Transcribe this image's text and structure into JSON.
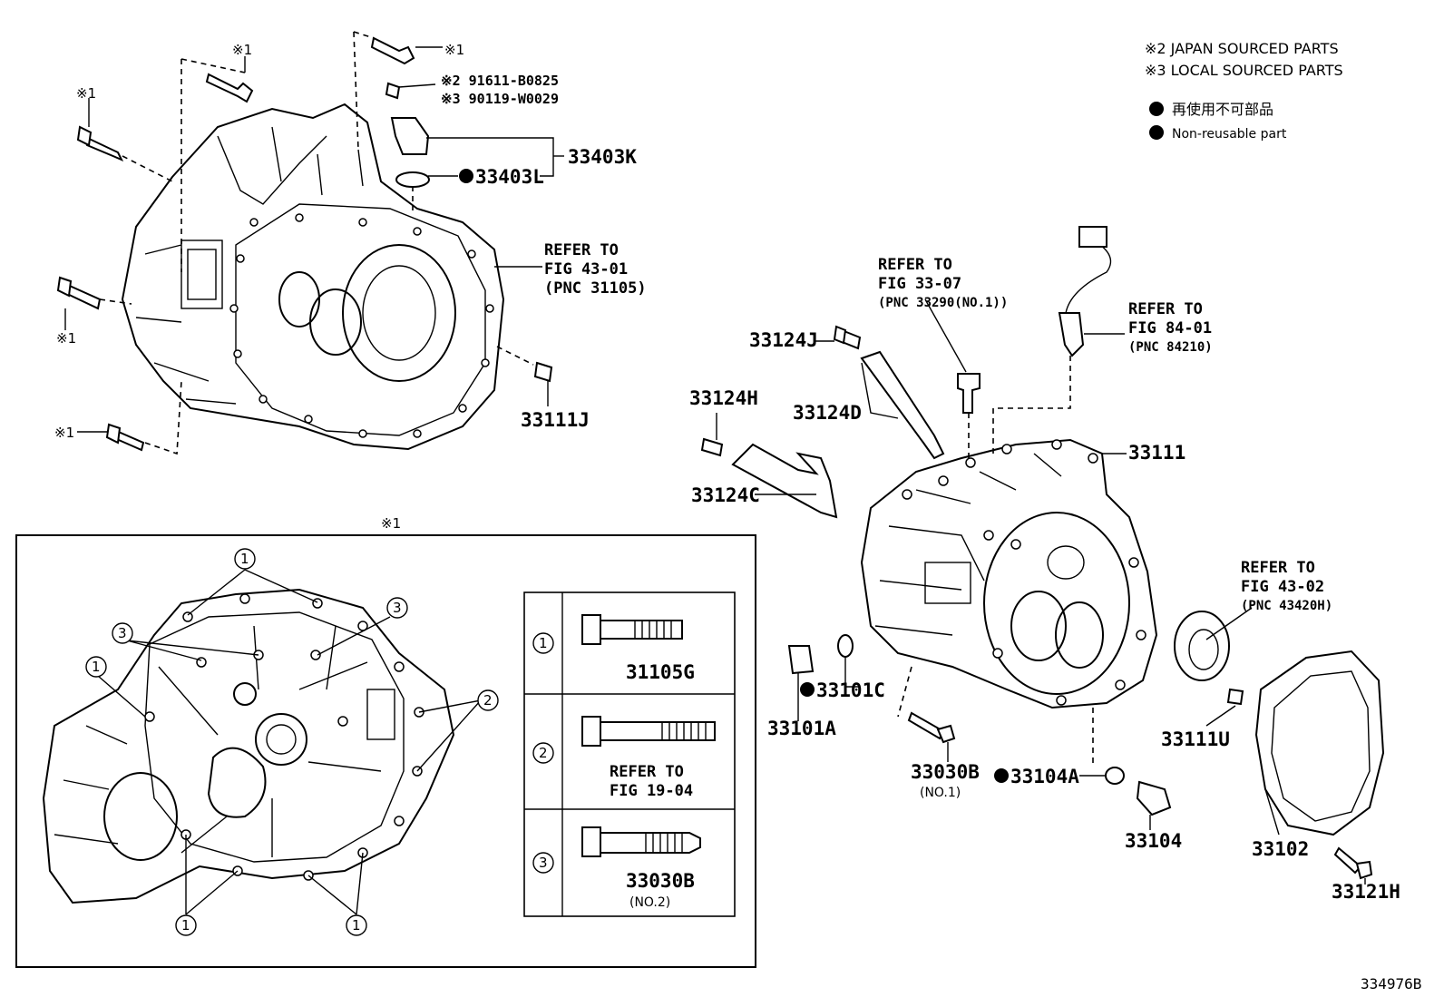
{
  "notes": {
    "japan": "※2 JAPAN SOURCED PARTS",
    "local": "※3 LOCAL SOURCED PARTS",
    "nonreusable_jp": "再使用不可部品",
    "nonreusable_en": "Non-reusable part"
  },
  "marks": {
    "m1": "※1",
    "m2_part": "※2 91611-B0825",
    "m3_part": "※3 90119-W0029"
  },
  "parts": {
    "p33403K": "33403K",
    "p33403L": "33403L",
    "p33111J": "33111J",
    "p33124J": "33124J",
    "p33124H": "33124H",
    "p33124D": "33124D",
    "p33124C": "33124C",
    "p33111": "33111",
    "p33101C": "33101C",
    "p33101A": "33101A",
    "p33030B": "33030B",
    "p33030B_no1": "(NO.1)",
    "p33104A": "33104A",
    "p33104": "33104",
    "p33111U": "33111U",
    "p33102": "33102",
    "p33121H": "33121H"
  },
  "refs": {
    "r4301": [
      "REFER TO",
      "FIG 43-01",
      "(PNC 31105)"
    ],
    "r3307": [
      "REFER TO",
      "FIG 33-07",
      "(PNC 33290(NO.1))"
    ],
    "r8401": [
      "REFER TO",
      "FIG 84-01",
      "(PNC 84210)"
    ],
    "r4302": [
      "REFER TO",
      "FIG 43-02",
      "(PNC 43420H)"
    ]
  },
  "inset": {
    "mark": "※1",
    "legend": [
      {
        "num": "1",
        "part": "31105G",
        "sub": ""
      },
      {
        "num": "2",
        "part": "REFER TO",
        "sub": "FIG 19-04"
      },
      {
        "num": "3",
        "part": "33030B",
        "sub": "(NO.2)"
      }
    ],
    "callouts": {
      "c1": "1",
      "c2": "2",
      "c3": "3"
    }
  },
  "figure_id": "334976B"
}
